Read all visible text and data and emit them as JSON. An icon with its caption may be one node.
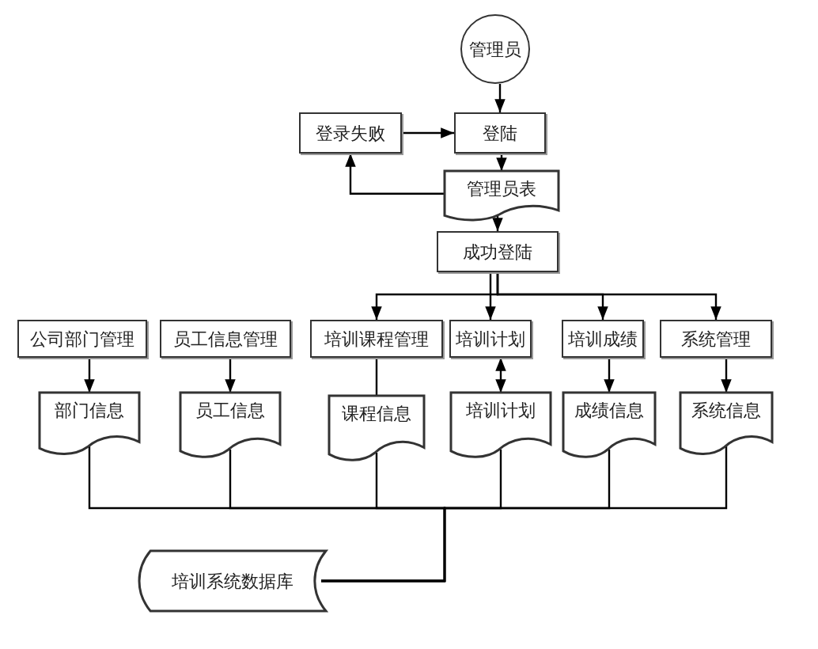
{
  "diagram": {
    "nodes": [
      {
        "text": [
          "管理员"
        ]
      },
      {
        "text": [
          "登陆"
        ]
      },
      {
        "text": [
          "登录失败"
        ]
      },
      {
        "text": [
          "管理员表"
        ]
      },
      {
        "text": [
          "成功登陆"
        ]
      },
      {
        "text": [
          "公司部门管理"
        ]
      },
      {
        "text": [
          "员工信息管理"
        ]
      },
      {
        "text": [
          "培训课程管理"
        ]
      },
      {
        "text": [
          "培训计划"
        ]
      },
      {
        "text": [
          "培训成绩"
        ]
      },
      {
        "text": [
          "系统管理"
        ]
      },
      {
        "text": [
          "部门信息"
        ]
      },
      {
        "text": [
          "员工信息"
        ]
      },
      {
        "text": [
          "课程信息"
        ]
      },
      {
        "text": [
          "培训计划"
        ]
      },
      {
        "text": [
          "成绩信息"
        ]
      },
      {
        "text": [
          "系统信息"
        ]
      },
      {
        "text": [
          "培训系统数据库"
        ]
      }
    ],
    "edges": [
      {
        "from": 0,
        "to": 1,
        "arrow": "to"
      },
      {
        "from": 2,
        "to": 1,
        "arrow": "to"
      },
      {
        "from": 1,
        "to": 3,
        "arrow": "to"
      },
      {
        "from": 3,
        "to": 2,
        "arrow": "to"
      },
      {
        "from": 3,
        "to": 4,
        "arrow": "to"
      },
      {
        "from": 4,
        "to": 7,
        "arrow": "to"
      },
      {
        "from": 4,
        "to": 8,
        "arrow": "to"
      },
      {
        "from": 4,
        "to": 9,
        "arrow": "to"
      },
      {
        "from": 4,
        "to": 10,
        "arrow": "to"
      },
      {
        "from": 5,
        "to": 11,
        "arrow": "to"
      },
      {
        "from": 6,
        "to": 12,
        "arrow": "to"
      },
      {
        "from": 7,
        "to": 13,
        "arrow": "none"
      },
      {
        "from": 8,
        "to": 14,
        "arrow": "both"
      },
      {
        "from": 9,
        "to": 15,
        "arrow": "to"
      },
      {
        "from": 10,
        "to": 16,
        "arrow": "to"
      },
      {
        "from": 11,
        "to": 17,
        "arrow": "none"
      },
      {
        "from": 12,
        "to": 17,
        "arrow": "none"
      },
      {
        "from": 13,
        "to": 17,
        "arrow": "none"
      },
      {
        "from": 14,
        "to": 17,
        "arrow": "none"
      },
      {
        "from": 15,
        "to": 17,
        "arrow": "none"
      },
      {
        "from": 16,
        "to": 17,
        "arrow": "none"
      }
    ]
  }
}
